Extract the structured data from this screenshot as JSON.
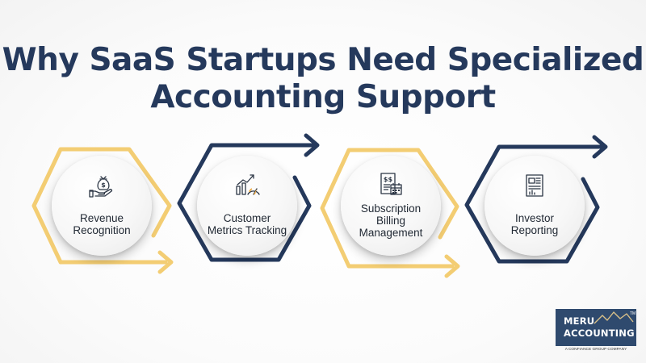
{
  "title": {
    "line1": "Why SaaS Startups Need Specialized",
    "line2": "Accounting Support"
  },
  "steps": [
    {
      "line1": "Revenue",
      "line2": "Recognition",
      "line3": "",
      "icon": "money-bag-hand-icon",
      "frame_color": "#f3cd73"
    },
    {
      "line1": "Customer",
      "line2": "Metrics Tracking",
      "line3": "",
      "icon": "chart-gauge-icon",
      "frame_color": "#25395c"
    },
    {
      "line1": "Subscription",
      "line2": "Billing",
      "line3": "Management",
      "icon": "invoice-calendar-icon",
      "frame_color": "#f3cd73"
    },
    {
      "line1": "Investor",
      "line2": "Reporting",
      "line3": "",
      "icon": "report-document-icon",
      "frame_color": "#25395c"
    }
  ],
  "logo": {
    "line1": "MERU",
    "line2": "ACCOUNTING",
    "trademark": "TM",
    "tagline": "A CONFIANCE GROUP COMPANY",
    "color": "#2f4a6e"
  },
  "colors": {
    "title": "#25395c",
    "navy": "#25395c",
    "gold": "#f3cd73"
  }
}
